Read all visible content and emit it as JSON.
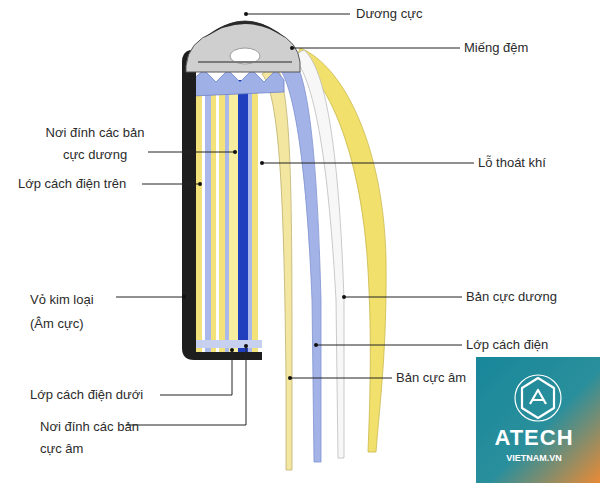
{
  "diagram": {
    "labels": [
      "Dương cực",
      "Miếng đệm",
      "Nơi đính các bản cực dương",
      "Lớp cách điện trên",
      "Lỗ thoát khí",
      "Vỏ kim loại (Âm cực)",
      "Bản cực dương",
      "Lớp cách điện",
      "Bản cực âm",
      "Lớp cách điện dưới",
      "Nơi đính các bản cực âm",
      "ATECH",
      "VIETNAM.VN"
    ]
  }
}
